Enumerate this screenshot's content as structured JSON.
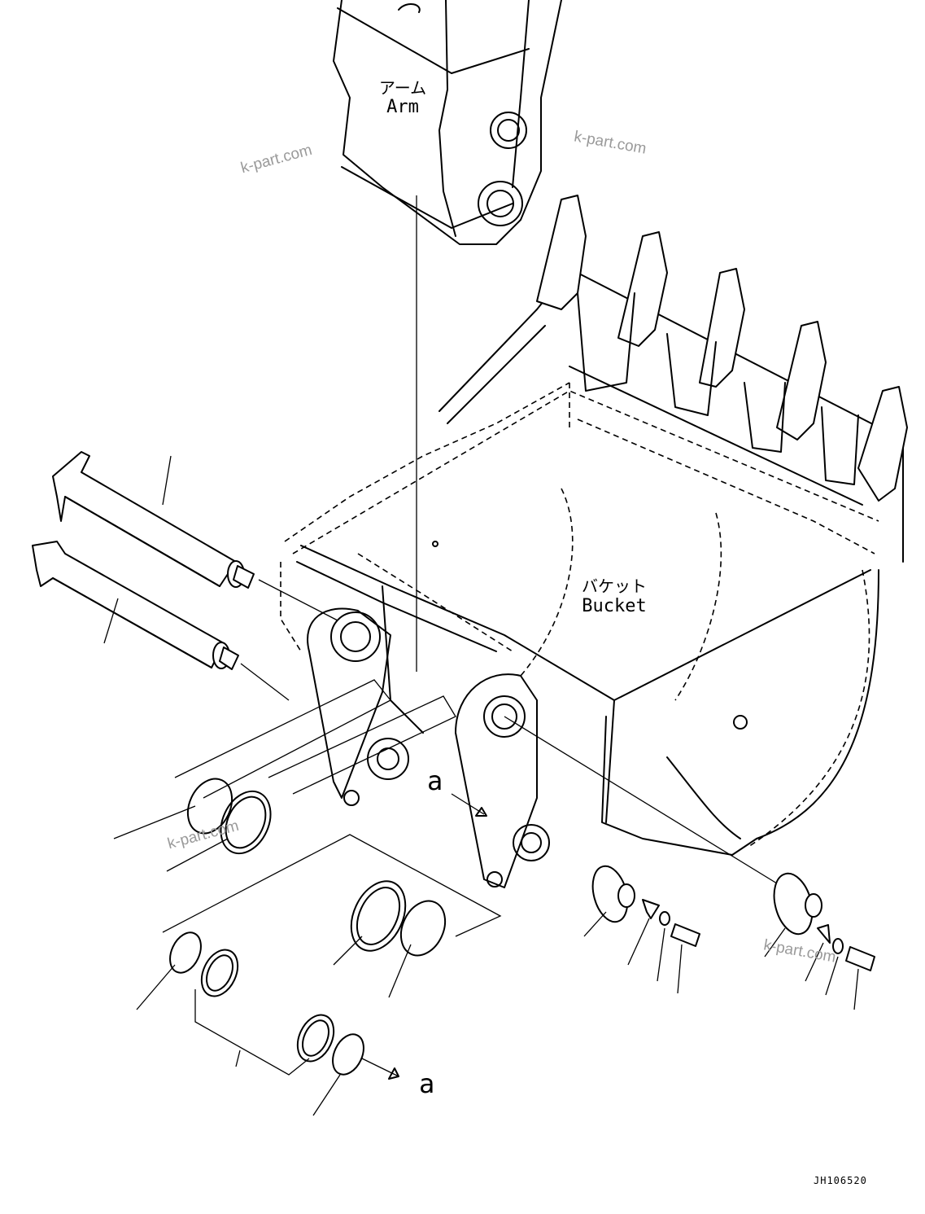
{
  "labels": {
    "arm_jp": "アーム",
    "arm_en": "Arm",
    "bucket_jp": "バケット",
    "bucket_en": "Bucket"
  },
  "view_callouts": {
    "top": "a",
    "bottom": "a"
  },
  "watermarks": {
    "wm1": "k-part.com",
    "wm2": "k-part.com",
    "wm3": "k-part.com",
    "wm4": "k-part.com"
  },
  "drawing_code": "JH106520",
  "colors": {
    "line": "#000000",
    "watermark": "#9a9a9a",
    "background": "#ffffff"
  }
}
